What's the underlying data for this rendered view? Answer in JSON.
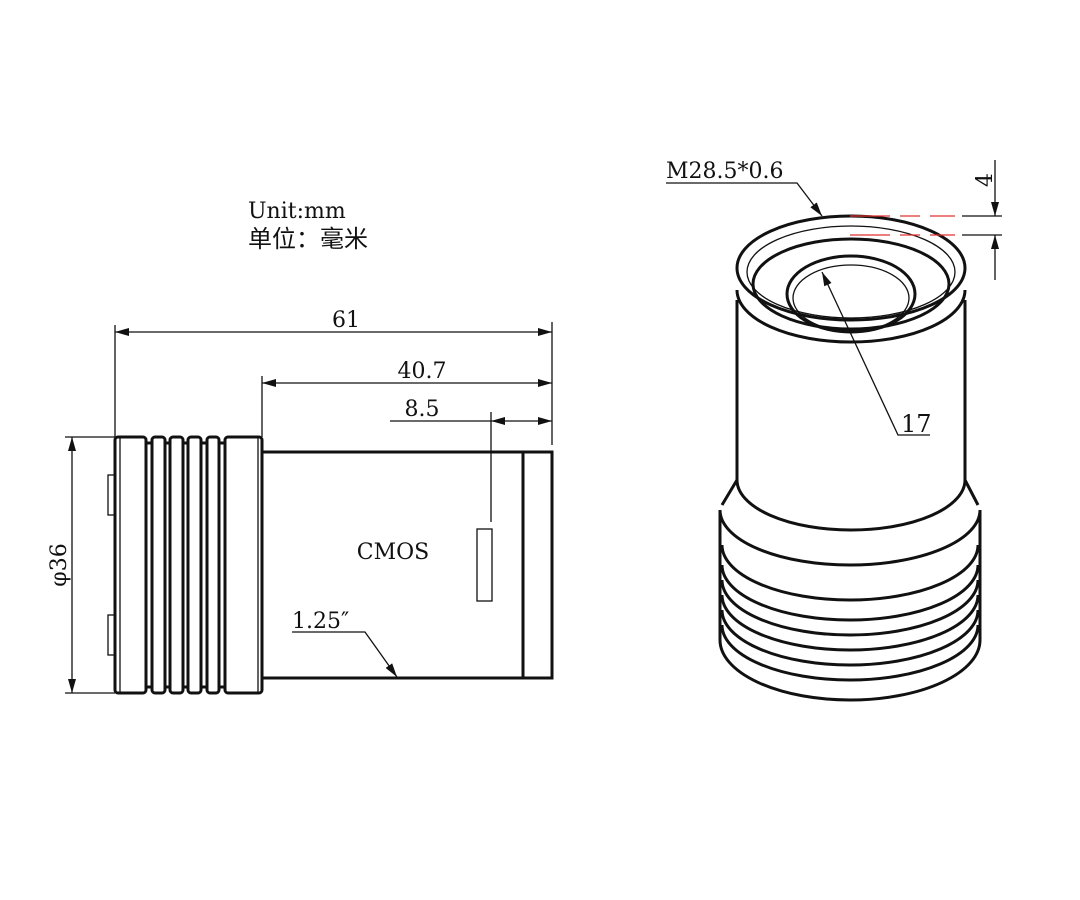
{
  "notes": {
    "unit_en": "Unit:mm",
    "unit_cn": "单位：毫米"
  },
  "side_view": {
    "overall_length": "61",
    "body_length": "40.7",
    "sensor_offset": "8.5",
    "diameter": "φ36",
    "sensor_label": "CMOS",
    "barrel_size": "1.25″"
  },
  "top_view": {
    "thread_spec": "M28.5*0.6",
    "thread_depth": "4",
    "aperture": "17"
  },
  "colors": {
    "line": "#111111",
    "hidden_line": "#e03030"
  }
}
